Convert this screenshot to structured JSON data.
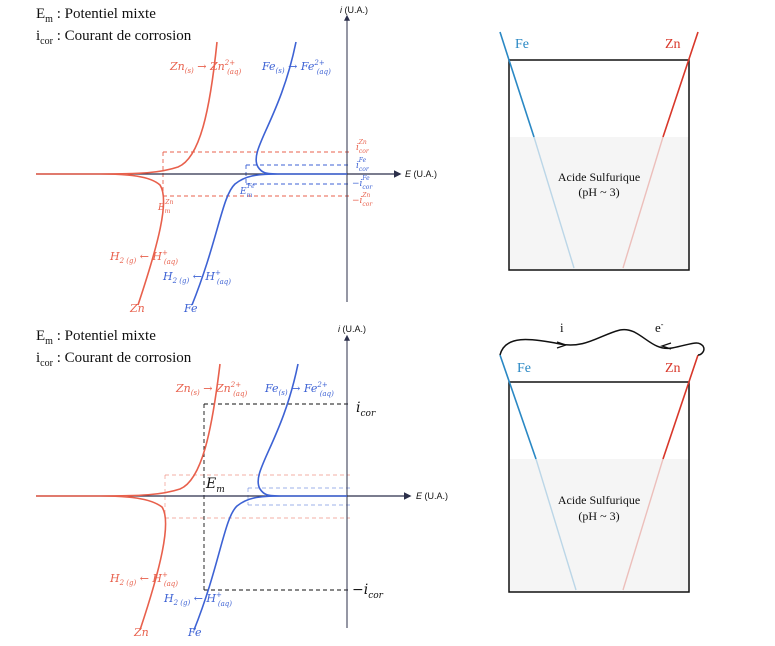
{
  "legend": {
    "em_line": "Em : Potentiel mixte",
    "icor_line": "icor : Courant de corrosion"
  },
  "axes": {
    "i_label": "i (U.A.)",
    "e_label": "E (U.A.)"
  },
  "curves": {
    "zn_label": "Zn",
    "fe_label": "Fe",
    "zn_oxidation": "Zn(s) → Zn2+(aq)",
    "fe_oxidation": "Fe(s) → Fe2+(aq)",
    "h2_zn": "H2 (g) ← H+(aq)",
    "h2_fe": "H2 (g) ← H+(aq)"
  },
  "top_graph_labels": {
    "icor_zn": "i cor Zn",
    "icor_fe": "i cor Fe",
    "neg_icor_fe": "− i cor Fe",
    "neg_icor_zn": "− i cor Zn",
    "em_zn": "E m Zn",
    "em_fe": "E m Fe"
  },
  "bottom_graph_labels": {
    "em": "Em",
    "icor": "icor",
    "neg_icor": "− icor"
  },
  "cells": {
    "top": {
      "fe": "Fe",
      "zn": "Zn",
      "solution": "Acide Sulfurique",
      "ph": "(pH ~ 3)"
    },
    "bottom": {
      "fe": "Fe",
      "zn": "Zn",
      "solution": "Acide Sulfurique",
      "ph": "(pH ~ 3)",
      "current": "i",
      "electron": "e-"
    }
  },
  "colors": {
    "zn": "#e8604c",
    "fe": "#3d62d4",
    "axis": "#2b2f4a",
    "zn_electrode": "#d8372a",
    "fe_electrode": "#2a88c4",
    "solution": "#f5f5f5"
  }
}
